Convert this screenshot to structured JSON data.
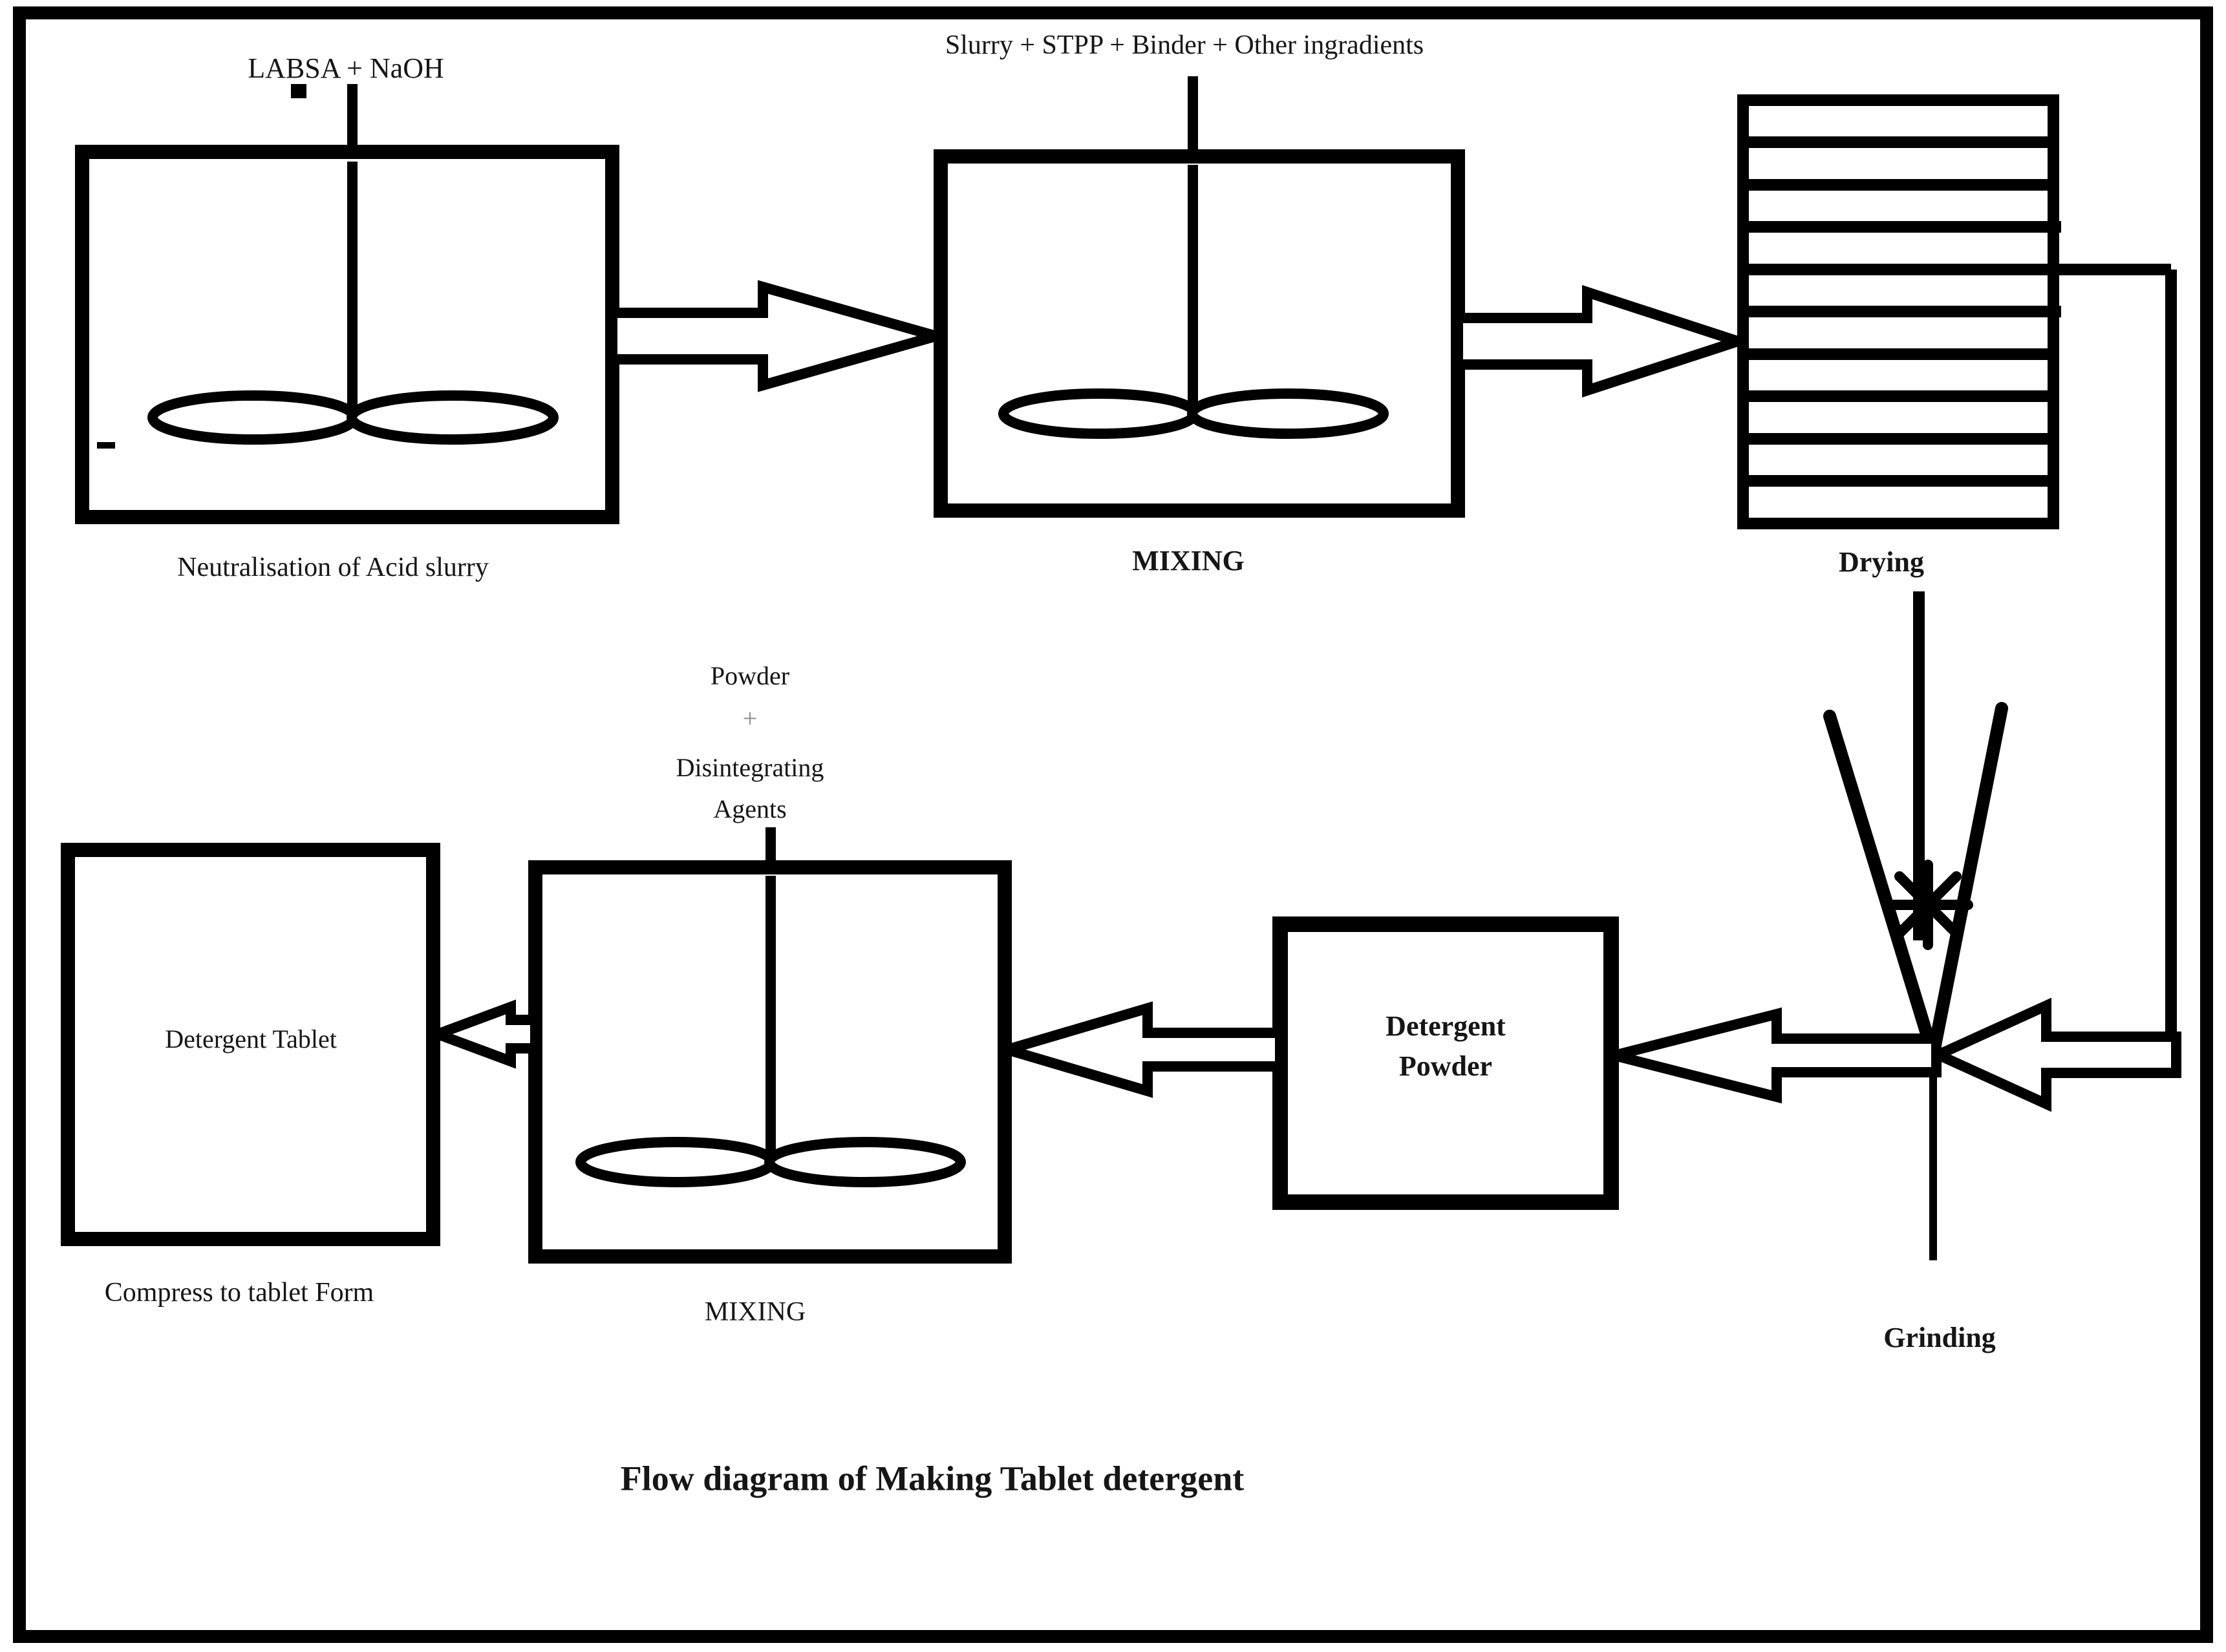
{
  "page": {
    "background": "#ffffff",
    "ink": "#000000",
    "text_color": "#161616",
    "plus_color": "#8f8f8f"
  },
  "caption": "Flow diagram of Making Tablet detergent",
  "stages": {
    "neutralisation": {
      "input": "LABSA + NaOH",
      "label": "Neutralisation of Acid slurry"
    },
    "mixing1": {
      "input": "Slurry + STPP + Binder + Other ingradients",
      "label": "MIXING"
    },
    "drying": {
      "label": "Drying"
    },
    "grinding": {
      "label": "Grinding"
    },
    "detergent_powder": {
      "line1": "Detergent",
      "line2": "Powder"
    },
    "mixing2": {
      "input_line1": "Powder",
      "input_line2": "+",
      "input_line3": "Disintegrating",
      "input_line4": "Agents",
      "label": "MIXING"
    },
    "compress": {
      "box_label": "Detergent Tablet",
      "label": "Compress to tablet Form"
    }
  }
}
